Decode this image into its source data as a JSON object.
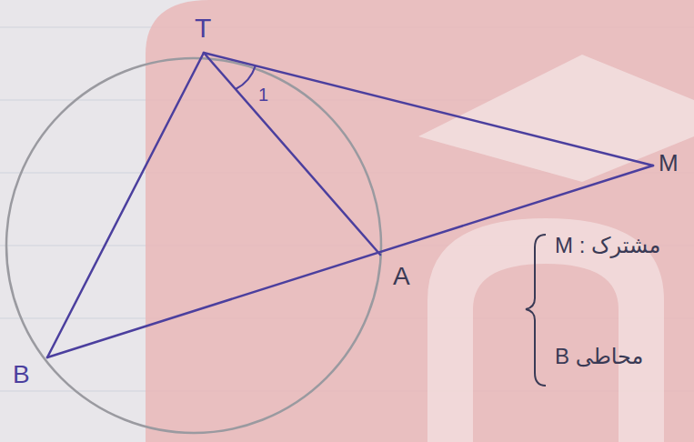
{
  "diagram": {
    "labels": [
      "T",
      "1",
      "M",
      "A",
      "B",
      "M : مشترک",
      "B محاطی"
    ]
  }
}
